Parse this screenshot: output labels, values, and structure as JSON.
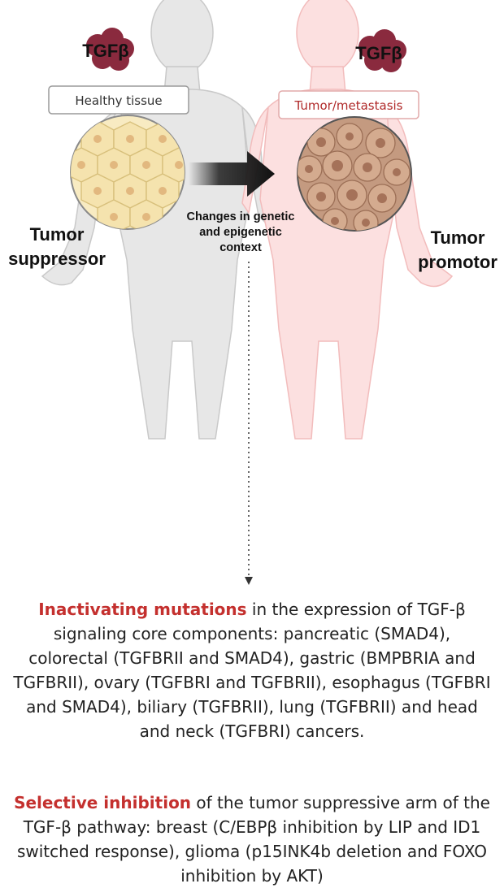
{
  "labels": {
    "tgfb_left": "TGFβ",
    "tgfb_right": "TGFβ",
    "healthy_tissue": "Healthy tissue",
    "tumor_metastasis": "Tumor/metastasis",
    "suppressor_line1": "Tumor",
    "suppressor_line2": "suppressor",
    "promotor_line1": "Tumor",
    "promotor_line2": "promotor",
    "arrow_line1": "Changes in genetic",
    "arrow_line2": "and epigenetic",
    "arrow_line3": "context"
  },
  "paragraphs": [
    {
      "highlight": "Inactivating mutations",
      "text": " in the expression of TGF-β signaling core components: pancreatic (SMAD4), colorectal (TGFBRII and SMAD4), gastric (BMPBRIA and TGFBRII), ovary (TGFBRI and TGFBRII), esophagus (TGFBRI and SMAD4), biliary (TGFBRII), lung (TGFBRII) and head and neck (TGFBRI) cancers."
    },
    {
      "highlight": "Selective inhibition",
      "text": " of the tumor suppressive arm of the TGF-β pathway: breast (C/EBPβ inhibition by LIP and ID1 switched response), glioma (p15INK4b deletion and FOXO inhibition by AKT)"
    }
  ],
  "colors": {
    "healthy_body": "#e6e6e6",
    "tumor_body": "#fbdede",
    "accent_red": "#c4302e",
    "tgfb_blob": "#8a2a3e",
    "healthy_cells": "#f7e7b8",
    "tumor_cells": "#b58466"
  }
}
